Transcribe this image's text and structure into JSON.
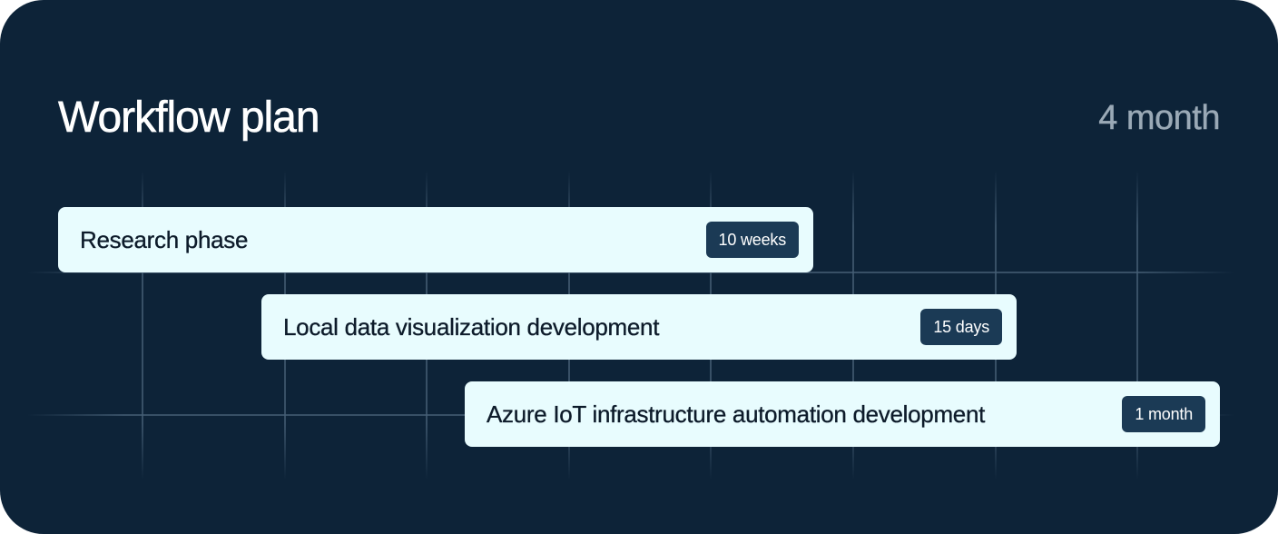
{
  "header": {
    "title": "Workflow plan",
    "total_duration": "4 month"
  },
  "colors": {
    "background": "#0d2338",
    "bar": "#e8fcfe",
    "badge": "#1b3a55",
    "bar_text": "#0d1b2a",
    "muted_text": "#9aa9b6",
    "grid": "#465f76"
  },
  "tasks": [
    {
      "label": "Research phase",
      "duration": "10 weeks"
    },
    {
      "label": "Local data visualization development",
      "duration": "15 days"
    },
    {
      "label": "Azure IoT infrastructure automation development",
      "duration": "1 month"
    }
  ],
  "chart_data": {
    "type": "gantt",
    "title": "Workflow plan",
    "total": "4 month",
    "tasks": [
      {
        "name": "Research phase",
        "duration": "10 weeks",
        "start_col": 0,
        "end_col": 5.3
      },
      {
        "name": "Local data visualization development",
        "duration": "15 days",
        "start_col": 1.43,
        "end_col": 6.73
      },
      {
        "name": "Azure IoT infrastructure automation development",
        "duration": "1 month",
        "start_col": 2.86,
        "end_col": 8.17
      }
    ],
    "grid": {
      "vertical_lines": 8,
      "horizontal_lines": 2
    }
  }
}
